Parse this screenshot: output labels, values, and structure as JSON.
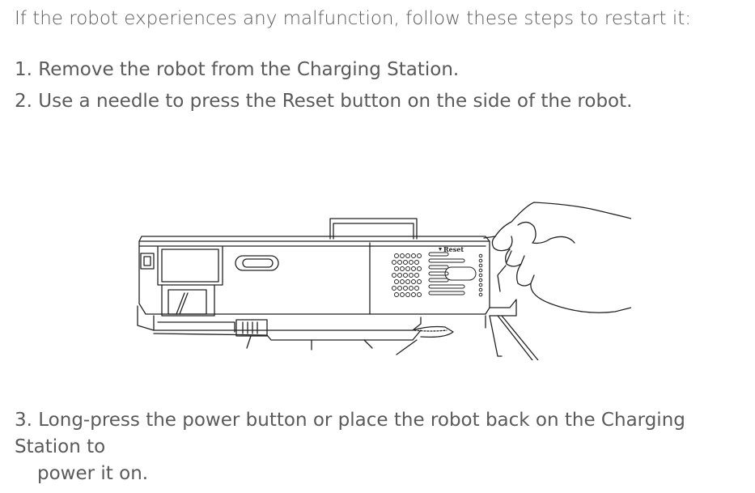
{
  "intro": "If the robot experiences any malfunction, follow these steps to restart it:",
  "steps": [
    {
      "number": "1.",
      "text": "Remove the robot from the Charging Station."
    },
    {
      "number": "2.",
      "text": "Use a needle to press the Reset button on the side of the robot."
    },
    {
      "number": "3.",
      "text_line1": "Long-press the power button or place the robot back on the Charging Station to",
      "text_line2": "power it on."
    }
  ],
  "figure": {
    "reset_label": "Reset"
  }
}
